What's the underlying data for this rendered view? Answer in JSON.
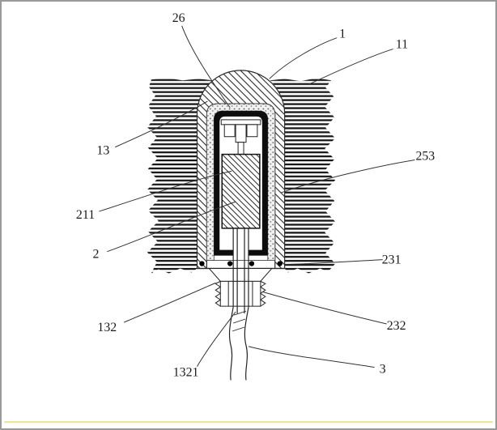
{
  "figure": {
    "type": "patent-cross-section-drawing",
    "colors": {
      "background": "#ffffff",
      "ink": "#2b2b2b",
      "hatch": "#161616",
      "frame_border": "#999999",
      "bottom_accent": "#eae598"
    },
    "labels": [
      {
        "ref": "26"
      },
      {
        "ref": "1"
      },
      {
        "ref": "11"
      },
      {
        "ref": "13"
      },
      {
        "ref": "253"
      },
      {
        "ref": "211"
      },
      {
        "ref": "2"
      },
      {
        "ref": "231"
      },
      {
        "ref": "132"
      },
      {
        "ref": "232"
      },
      {
        "ref": "1321"
      },
      {
        "ref": "3"
      }
    ]
  }
}
